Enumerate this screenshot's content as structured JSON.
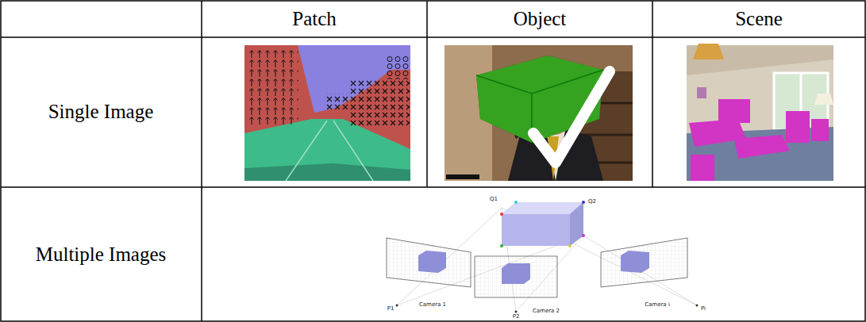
{
  "diagram": {
    "labels": [
      "Patch",
      "Object",
      "Scene",
      "Single Image",
      "Multiple Images",
      "Q1",
      "Q2",
      "Camera 1",
      "Camera 2",
      "Camera i",
      "P1",
      "P2",
      "Pi"
    ]
  }
}
